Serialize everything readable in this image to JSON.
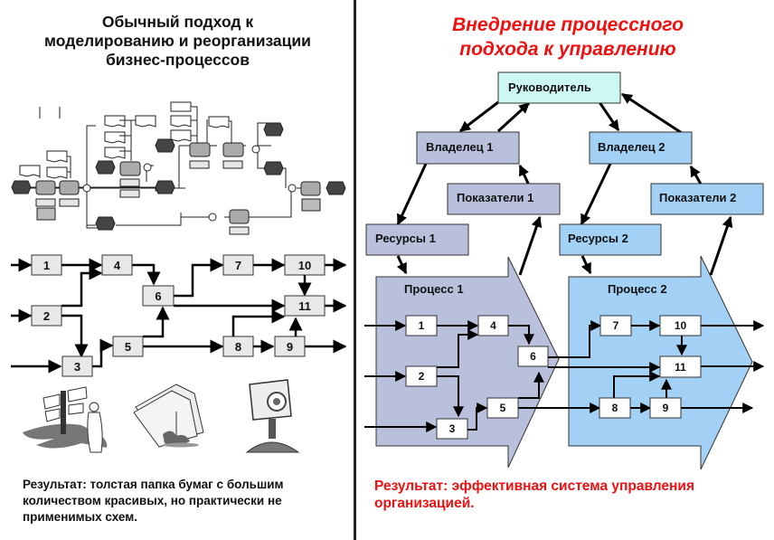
{
  "left_panel": {
    "title_lines": [
      "Обычный подход к",
      "моделированию и реорганизации",
      "бизнес-процессов"
    ],
    "flow_boxes": [
      "1",
      "2",
      "3",
      "4",
      "5",
      "6",
      "7",
      "8",
      "9",
      "10",
      "11"
    ],
    "clipart": [
      "signpost-man-clipart",
      "paper-pile-clipart",
      "target-folder-clipart"
    ],
    "result_lines": [
      "Результат: толстая папка бумаг с большим",
      "количеством красивых, но практически не",
      "применимых схем."
    ]
  },
  "right_panel": {
    "title_lines": [
      "Внедрение процессного",
      "подхода к управлению"
    ],
    "manager": "Руководитель",
    "owner1": "Владелец 1",
    "owner2": "Владелец 2",
    "indicators1": "Показатели 1",
    "indicators2": "Показатели 2",
    "resources1": "Ресурсы 1",
    "resources2": "Ресурсы 2",
    "process1": {
      "label": "Процесс 1",
      "boxes": [
        "1",
        "2",
        "3",
        "4",
        "5",
        "6"
      ]
    },
    "process2": {
      "label": "Процесс 2",
      "boxes": [
        "7",
        "8",
        "9",
        "10",
        "11"
      ]
    },
    "result_lines": [
      "Результат: эффективная система управления",
      "организацией."
    ]
  },
  "colors": {
    "title_right": "#ee1111",
    "result_right": "#ee1111",
    "manager_fill": "#ccf7f2",
    "process1_fill": "#b8c0dc",
    "process2_fill": "#a3d1f5",
    "left_box_fill": "#e8e8e8",
    "epc_event": "#444444",
    "epc_function": "#aaaaaa"
  }
}
